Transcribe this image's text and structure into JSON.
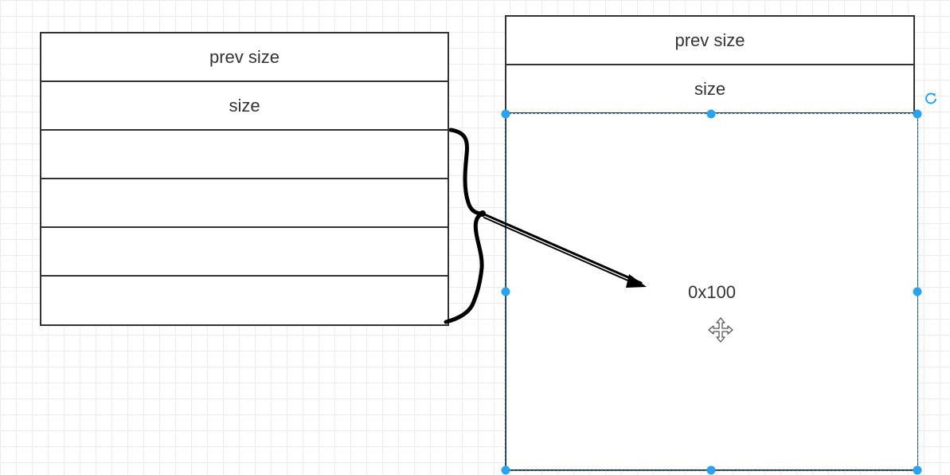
{
  "left_chunk": {
    "prev_size_label": "prev size",
    "size_label": "size",
    "empty_rows": 4
  },
  "right_chunk": {
    "prev_size_label": "prev size",
    "size_label": "size",
    "data_label": "0x100"
  },
  "colors": {
    "border": "#333333",
    "grid": "#ececec",
    "selection": "#1f78c8",
    "handle": "#29a3f0",
    "annotation": "#000000"
  },
  "icons": {
    "rotate": "rotate-icon",
    "move": "move-cursor-icon"
  }
}
